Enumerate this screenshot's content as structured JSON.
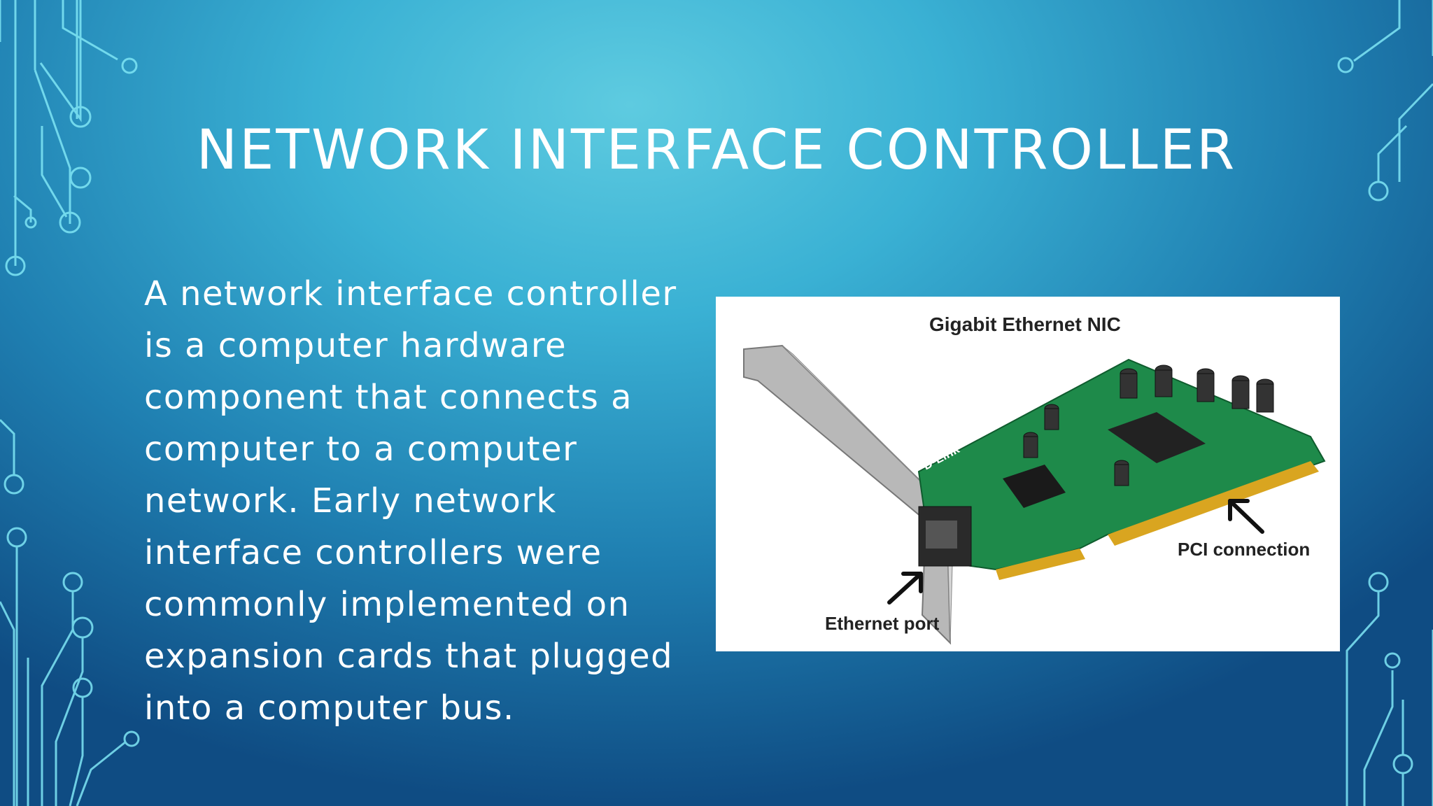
{
  "slide": {
    "title": "NETWORK INTERFACE CONTROLLER",
    "body": "A network interface controller is a computer hardware component that connects a computer to a computer network. Early network interface controllers were commonly implemented on expansion cards that plugged into a computer bus."
  },
  "image": {
    "caption_top": "Gigabit Ethernet NIC",
    "label_pci": "PCI connection",
    "label_ethernet": "Ethernet port",
    "brand_mark": "D-Link"
  },
  "colors": {
    "background_light": "#5ecbe0",
    "background_dark": "#0f4c83",
    "circuit_lines": "#6fe0f0",
    "text": "#ffffff",
    "pcb_green": "#1e8a4a"
  }
}
